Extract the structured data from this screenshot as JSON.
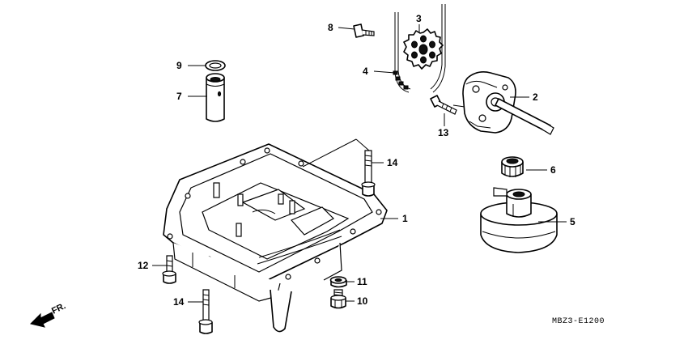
{
  "diagram": {
    "drawing_code": "MBZ3-E1200",
    "direction_label": "FR.",
    "callouts": [
      {
        "id": "c1",
        "number": "1"
      },
      {
        "id": "c2",
        "number": "2"
      },
      {
        "id": "c3",
        "number": "3"
      },
      {
        "id": "c4",
        "number": "4"
      },
      {
        "id": "c5",
        "number": "5"
      },
      {
        "id": "c6",
        "number": "6"
      },
      {
        "id": "c7",
        "number": "7"
      },
      {
        "id": "c8",
        "number": "8"
      },
      {
        "id": "c9",
        "number": "9"
      },
      {
        "id": "c10",
        "number": "10"
      },
      {
        "id": "c11",
        "number": "11"
      },
      {
        "id": "c12",
        "number": "12"
      },
      {
        "id": "c13",
        "number": "13"
      },
      {
        "id": "c14a",
        "number": "14"
      },
      {
        "id": "c14b",
        "number": "14"
      }
    ]
  }
}
